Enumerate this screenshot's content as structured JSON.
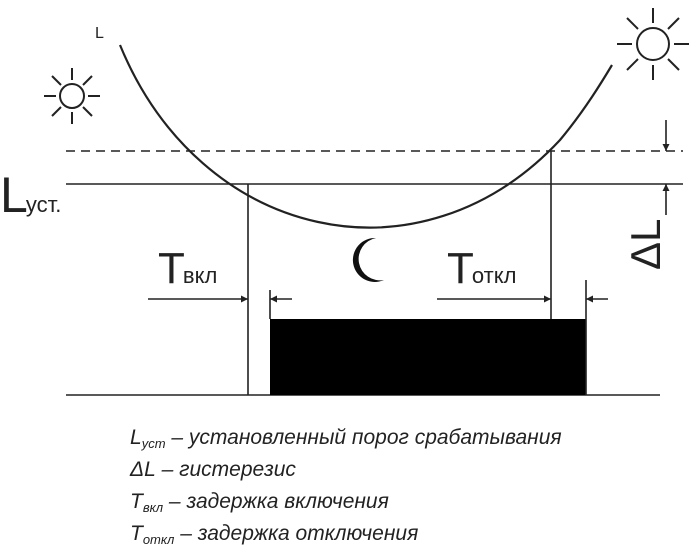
{
  "colors": {
    "ink": "#222222",
    "fill": "#000000",
    "background": "#ffffff"
  },
  "diagram": {
    "curve_label": "L",
    "threshold_label": {
      "main": "L",
      "sub": "уст."
    },
    "hysteresis_label": "ΔL",
    "on_delay_label": {
      "main": "T",
      "sub": "вкл"
    },
    "off_delay_label": {
      "main": "T",
      "sub": "откл"
    },
    "icons": [
      "sun-icon",
      "sun-icon",
      "moon-icon"
    ]
  },
  "legend": [
    {
      "symbol": "L",
      "sub": "уст",
      "text": " – установленный порог срабатывания"
    },
    {
      "symbol": "ΔL",
      "sub": "",
      "text": " – гистерезис"
    },
    {
      "symbol": "T",
      "sub": "вкл",
      "text": " – задержка включения"
    },
    {
      "symbol": "T",
      "sub": "откл",
      "text": " – задержка отключения"
    }
  ]
}
